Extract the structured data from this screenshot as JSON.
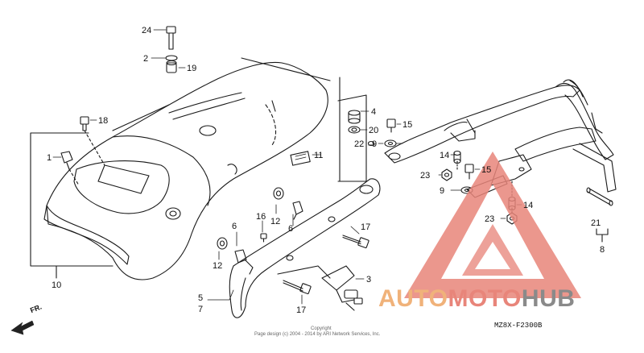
{
  "callouts": [
    {
      "id": "c1",
      "text": "1"
    },
    {
      "id": "c2",
      "text": "2"
    },
    {
      "id": "c3",
      "text": "3"
    },
    {
      "id": "c4",
      "text": "4"
    },
    {
      "id": "c5",
      "text": "5"
    },
    {
      "id": "c6a",
      "text": "6"
    },
    {
      "id": "c6b",
      "text": "6"
    },
    {
      "id": "c7",
      "text": "7"
    },
    {
      "id": "c8",
      "text": "8"
    },
    {
      "id": "c9a",
      "text": "9"
    },
    {
      "id": "c9b",
      "text": "9"
    },
    {
      "id": "c10",
      "text": "10"
    },
    {
      "id": "c11",
      "text": "11"
    },
    {
      "id": "c12a",
      "text": "12"
    },
    {
      "id": "c12b",
      "text": "12"
    },
    {
      "id": "c14a",
      "text": "14"
    },
    {
      "id": "c14b",
      "text": "14"
    },
    {
      "id": "c15a",
      "text": "15"
    },
    {
      "id": "c15b",
      "text": "15"
    },
    {
      "id": "c16",
      "text": "16"
    },
    {
      "id": "c17a",
      "text": "17"
    },
    {
      "id": "c17b",
      "text": "17"
    },
    {
      "id": "c18",
      "text": "18"
    },
    {
      "id": "c19",
      "text": "19"
    },
    {
      "id": "c20",
      "text": "20"
    },
    {
      "id": "c21",
      "text": "21"
    },
    {
      "id": "c22",
      "text": "22"
    },
    {
      "id": "c23a",
      "text": "23"
    },
    {
      "id": "c23b",
      "text": "23"
    },
    {
      "id": "c24",
      "text": "24"
    }
  ],
  "direction_label": "FR.",
  "diagram_code": "MZ8X-F2300B",
  "watermark": {
    "word1": "AUTO",
    "word2": "MOTO",
    "word3": "HUB",
    "logo_color": "#e8857a",
    "word1_color": "#f0b27a",
    "word3_color": "#8a8a8a"
  },
  "copyright": {
    "line1": "Copyright",
    "line2": "Page design (c) 2004 - 2014 by ARI Network Services, Inc."
  }
}
